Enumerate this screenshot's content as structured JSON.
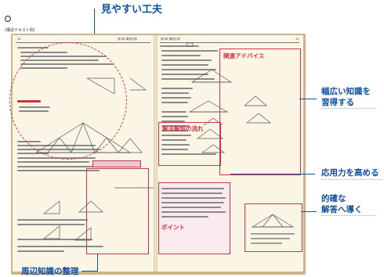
{
  "sample_label": "(構造テキスト例)",
  "callouts": {
    "top": "見やすい工夫",
    "wide_knowledge": "幅広い知識を\n習得する",
    "application": "応用力を高める",
    "accurate_answer": "的確な\n解答へ導く",
    "bottom": "周辺知識の整理"
  },
  "book": {
    "left_page_number": "38",
    "right_page_number": "39",
    "left_chapter": "第3章 構造計算",
    "right_chapter": "第3章 構造計算",
    "right_box_title": "関連アドバイス",
    "explanation_title": "解法解説の流れ",
    "point_title": "ポイント"
  },
  "colors": {
    "callout": "#0f4f9e",
    "accent_red": "#d2324a",
    "page": "#fbf5e6"
  }
}
